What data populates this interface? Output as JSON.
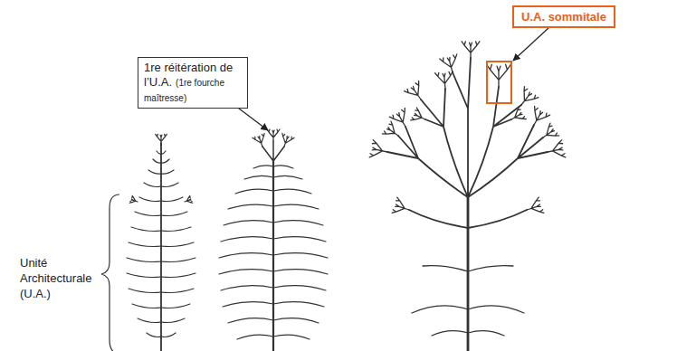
{
  "diagram": {
    "nodes": [
      {
        "text": [
          "1re réitération de l’U.A.",
          "(1re fourche maîtresse)"
        ]
      },
      {
        "text": [
          "U.A. sommitale"
        ]
      }
    ],
    "labels": [
      "Unité Architecturale (U.A.)"
    ]
  }
}
